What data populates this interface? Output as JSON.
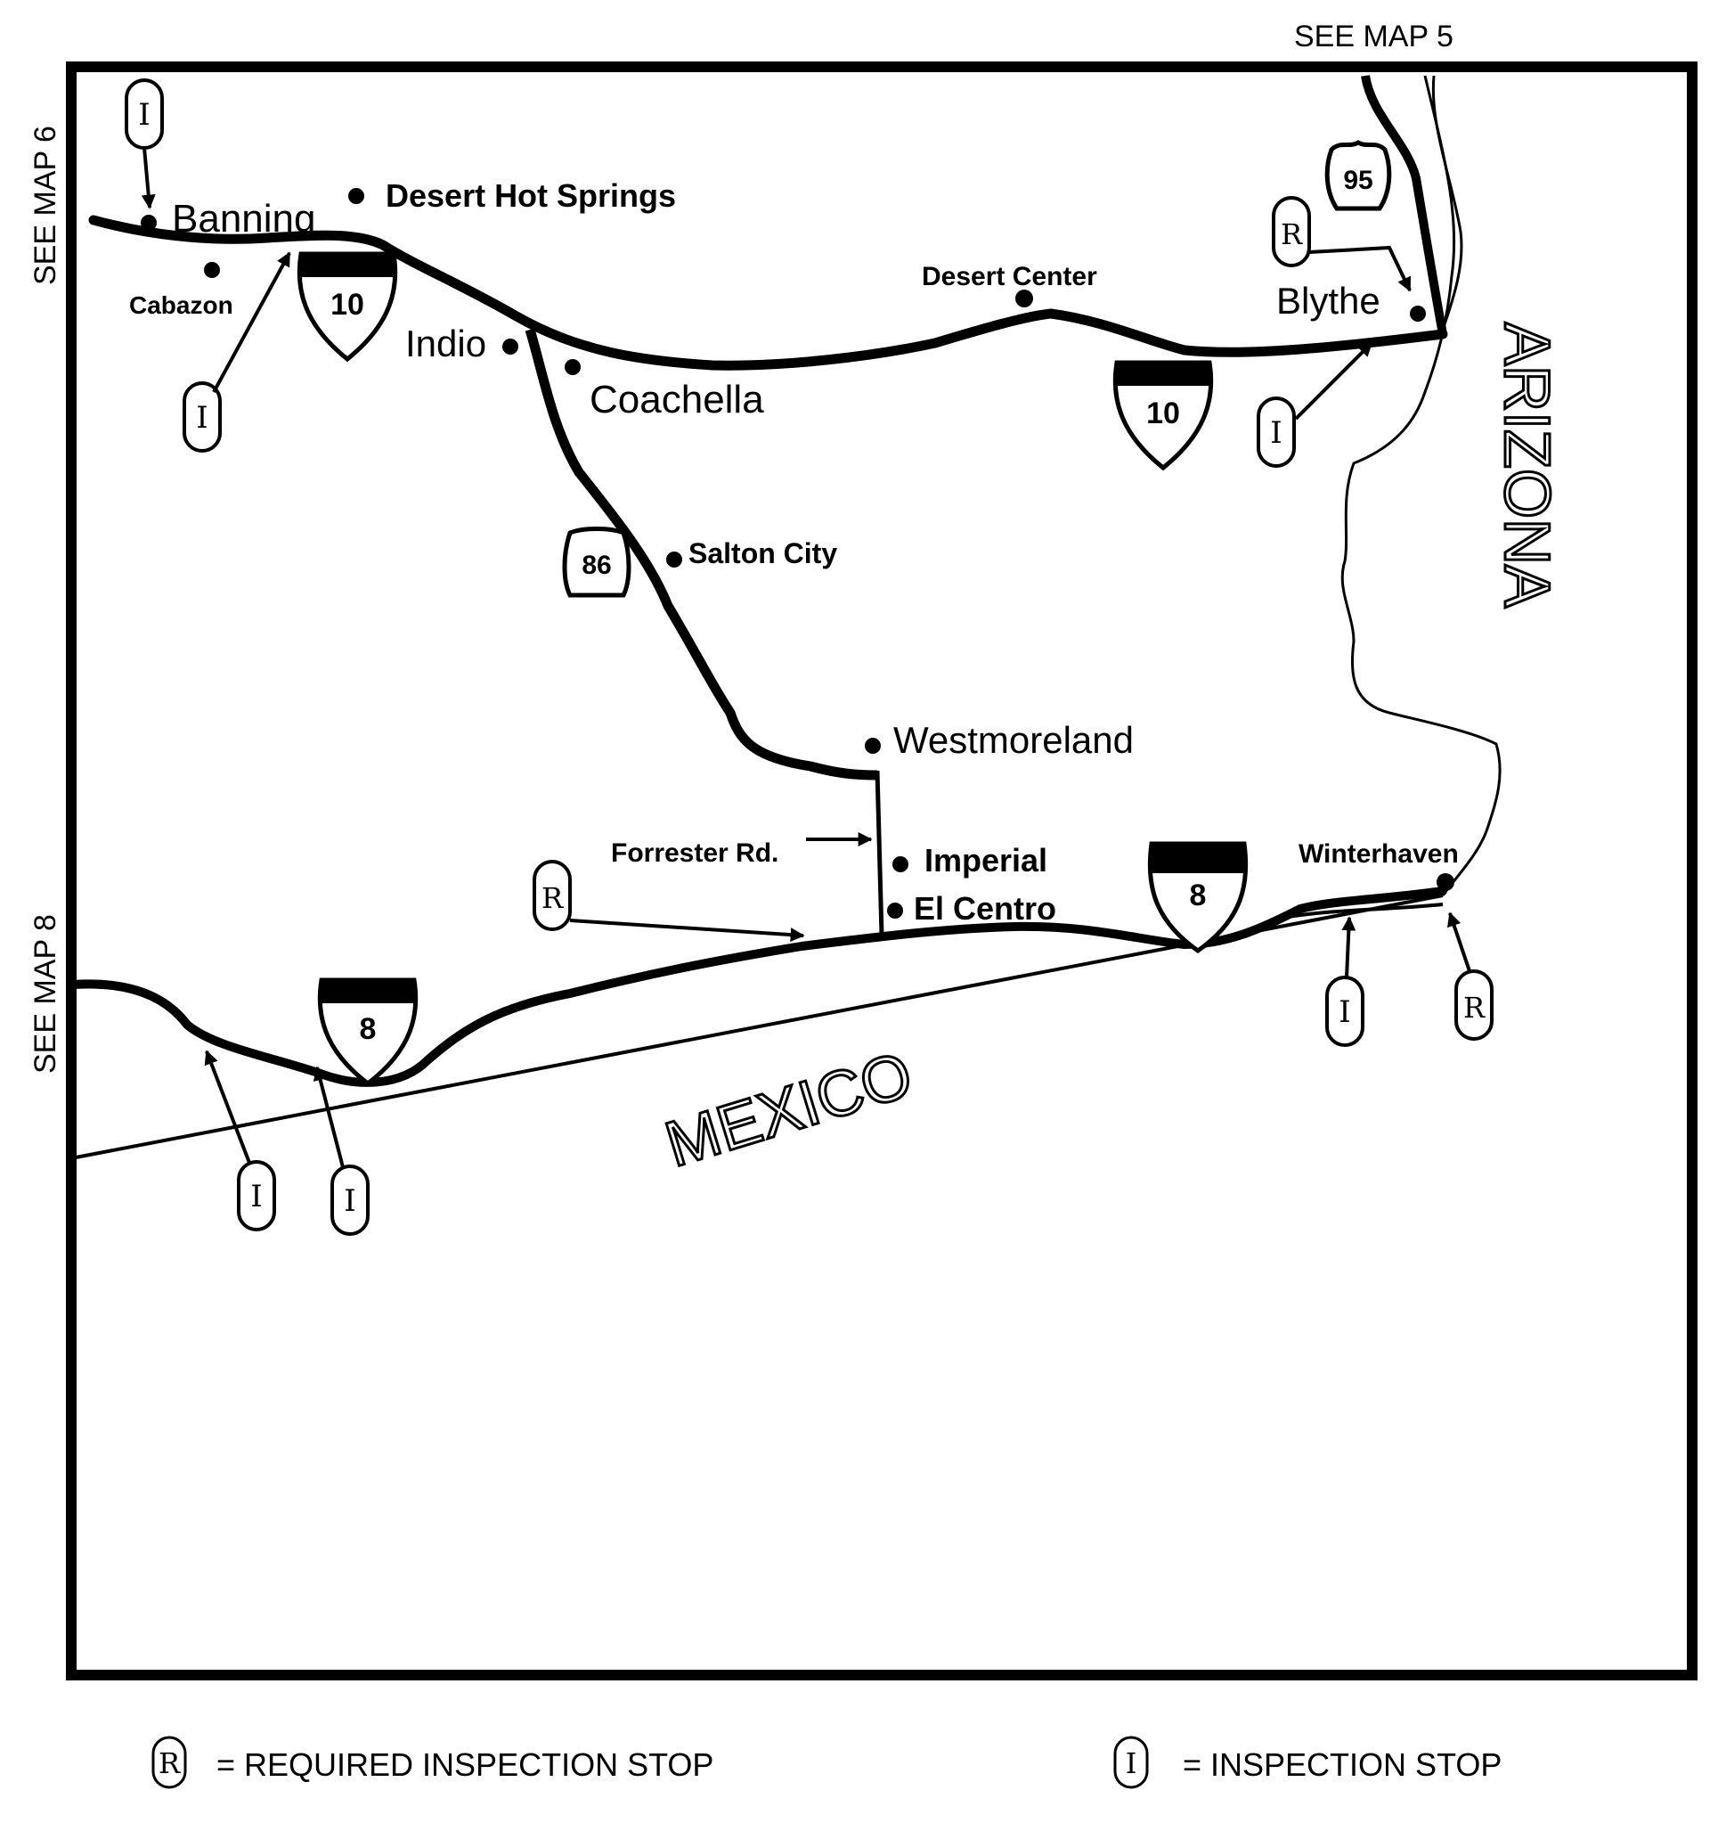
{
  "map": {
    "see_map_top": "SEE MAP 5",
    "see_map_left_top": "SEE MAP 6",
    "see_map_left_bottom": "SEE MAP 8",
    "state_label": "ARIZONA",
    "country_label": "MEXICO",
    "places": {
      "banning": "Banning",
      "desert_hot_springs": "Desert Hot Springs",
      "cabazon": "Cabazon",
      "indio": "Indio",
      "coachella": "Coachella",
      "desert_center": "Desert Center",
      "blythe": "Blythe",
      "salton_city": "Salton City",
      "westmoreland": "Westmoreland",
      "forrester_rd": "Forrester Rd.",
      "imperial": "Imperial",
      "el_centro": "El Centro",
      "winterhaven": "Winterhaven"
    },
    "shields": {
      "i10_a": "10",
      "i10_b": "10",
      "us95": "95",
      "ca86": "86",
      "i8_a": "8",
      "i8_b": "8"
    },
    "markers": {
      "r_letter": "R",
      "i_letter": "I"
    }
  },
  "legend": {
    "r_symbol": "R",
    "r_text": "= REQUIRED INSPECTION STOP",
    "i_symbol": "I",
    "i_text": "= INSPECTION STOP"
  }
}
